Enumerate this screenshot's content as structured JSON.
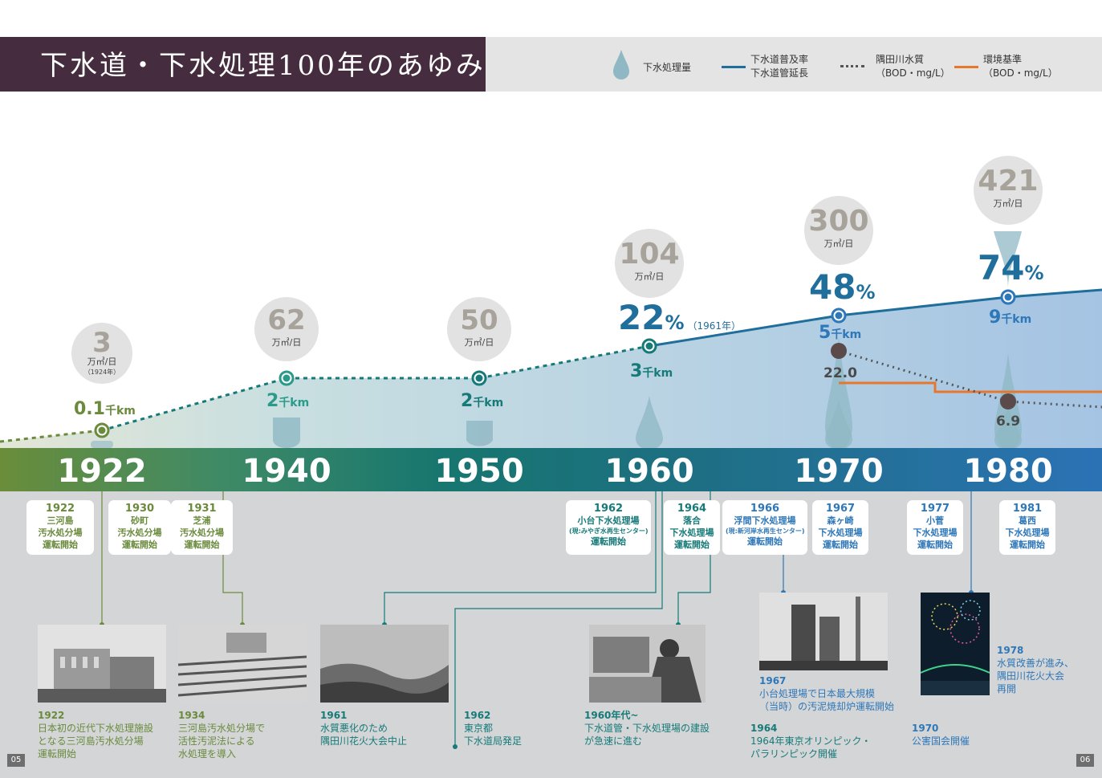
{
  "title": "下水道・下水処理100年のあゆみ",
  "legend": {
    "volume": "下水処理量",
    "coverage_line1": "下水道普及率",
    "coverage_line2": "下水道管延長",
    "river_line1": "隅田川水質",
    "river_line2": "（BOD・mg/L）",
    "standard_line1": "環境基準",
    "standard_line2": "（BOD・mg/L）"
  },
  "colors": {
    "title_bg": "#452c3e",
    "coverage": "#1f6e9c",
    "river": "#555555",
    "standard": "#e8772e",
    "drop": "#8fb8c4",
    "green": "#6a8a3c",
    "teal": "#157a78",
    "blue": "#2e77b8"
  },
  "chart_data": {
    "type": "line",
    "x_ticks": [
      "1922",
      "1940",
      "1950",
      "1960",
      "1970",
      "1980"
    ],
    "volume_unit": "万㎥/日",
    "volume": [
      {
        "x": "1922",
        "value": "3",
        "note": "（1924年）"
      },
      {
        "x": "1940",
        "value": "62"
      },
      {
        "x": "1950",
        "value": "50"
      },
      {
        "x": "1960",
        "value": "104"
      },
      {
        "x": "1970",
        "value": "300"
      },
      {
        "x": "1980",
        "value": "421"
      }
    ],
    "coverage_pct": [
      {
        "x": "1960",
        "value": "22",
        "note": "（1961年）"
      },
      {
        "x": "1970",
        "value": "48"
      },
      {
        "x": "1980",
        "value": "74"
      }
    ],
    "pipe_length_unit": "千km",
    "pipe_length": [
      {
        "x": "1922",
        "value": "0.1"
      },
      {
        "x": "1940",
        "value": "2"
      },
      {
        "x": "1950",
        "value": "2"
      },
      {
        "x": "1960",
        "value": "3"
      },
      {
        "x": "1970",
        "value": "5"
      },
      {
        "x": "1980",
        "value": "9"
      }
    ],
    "river_bod": [
      {
        "x": "1970",
        "value": "22.0"
      },
      {
        "x": "1980",
        "value": "6.9"
      }
    ]
  },
  "events": [
    {
      "year": "1922",
      "l1": "三河島",
      "l2": "汚水処分場",
      "l3": "運転開始"
    },
    {
      "year": "1930",
      "l1": "砂町",
      "l2": "汚水処分場",
      "l3": "運転開始"
    },
    {
      "year": "1931",
      "l1": "芝浦",
      "l2": "汚水処分場",
      "l3": "運転開始"
    },
    {
      "year": "1962",
      "l1": "小台下水処理場",
      "sub": "(現:みやぎ水再生センター)",
      "l3": "運転開始"
    },
    {
      "year": "1964",
      "l1": "落合",
      "l2": "下水処理場",
      "l3": "運転開始"
    },
    {
      "year": "1966",
      "l1": "浮間下水処理場",
      "sub": "(現:新河岸水再生センター)",
      "l3": "運転開始"
    },
    {
      "year": "1967",
      "l1": "森ヶ崎",
      "l2": "下水処理場",
      "l3": "運転開始"
    },
    {
      "year": "1977",
      "l1": "小菅",
      "l2": "下水処理場",
      "l3": "運転開始"
    },
    {
      "year": "1981",
      "l1": "葛西",
      "l2": "下水処理場",
      "l3": "運転開始"
    }
  ],
  "captions": [
    {
      "year": "1922",
      "lines": [
        "日本初の近代下水処理施設",
        "となる三河島汚水処分場",
        "運転開始"
      ]
    },
    {
      "year": "1934",
      "lines": [
        "三河島汚水処分場で",
        "活性汚泥法による",
        "水処理を導入"
      ]
    },
    {
      "year": "1961",
      "lines": [
        "水質悪化のため",
        "隅田川花火大会中止"
      ]
    },
    {
      "year": "1962",
      "lines": [
        "東京都",
        "下水道局発足"
      ]
    },
    {
      "year": "1960年代~",
      "lines": [
        "下水道管・下水処理場の建設",
        "が急速に進む"
      ]
    },
    {
      "year": "1967",
      "lines": [
        "小台処理場で日本最大規模",
        "（当時）の汚泥焼却炉運転開始"
      ]
    },
    {
      "year": "1964",
      "lines": [
        "1964年東京オリンピック・",
        "パラリンピック開催"
      ]
    },
    {
      "year": "1978",
      "lines": [
        "水質改善が進み、",
        "隅田川花火大会",
        "再開"
      ]
    },
    {
      "year": "1970",
      "lines": [
        "公害国会開催"
      ]
    }
  ],
  "pages": {
    "left": "05",
    "right": "06"
  }
}
